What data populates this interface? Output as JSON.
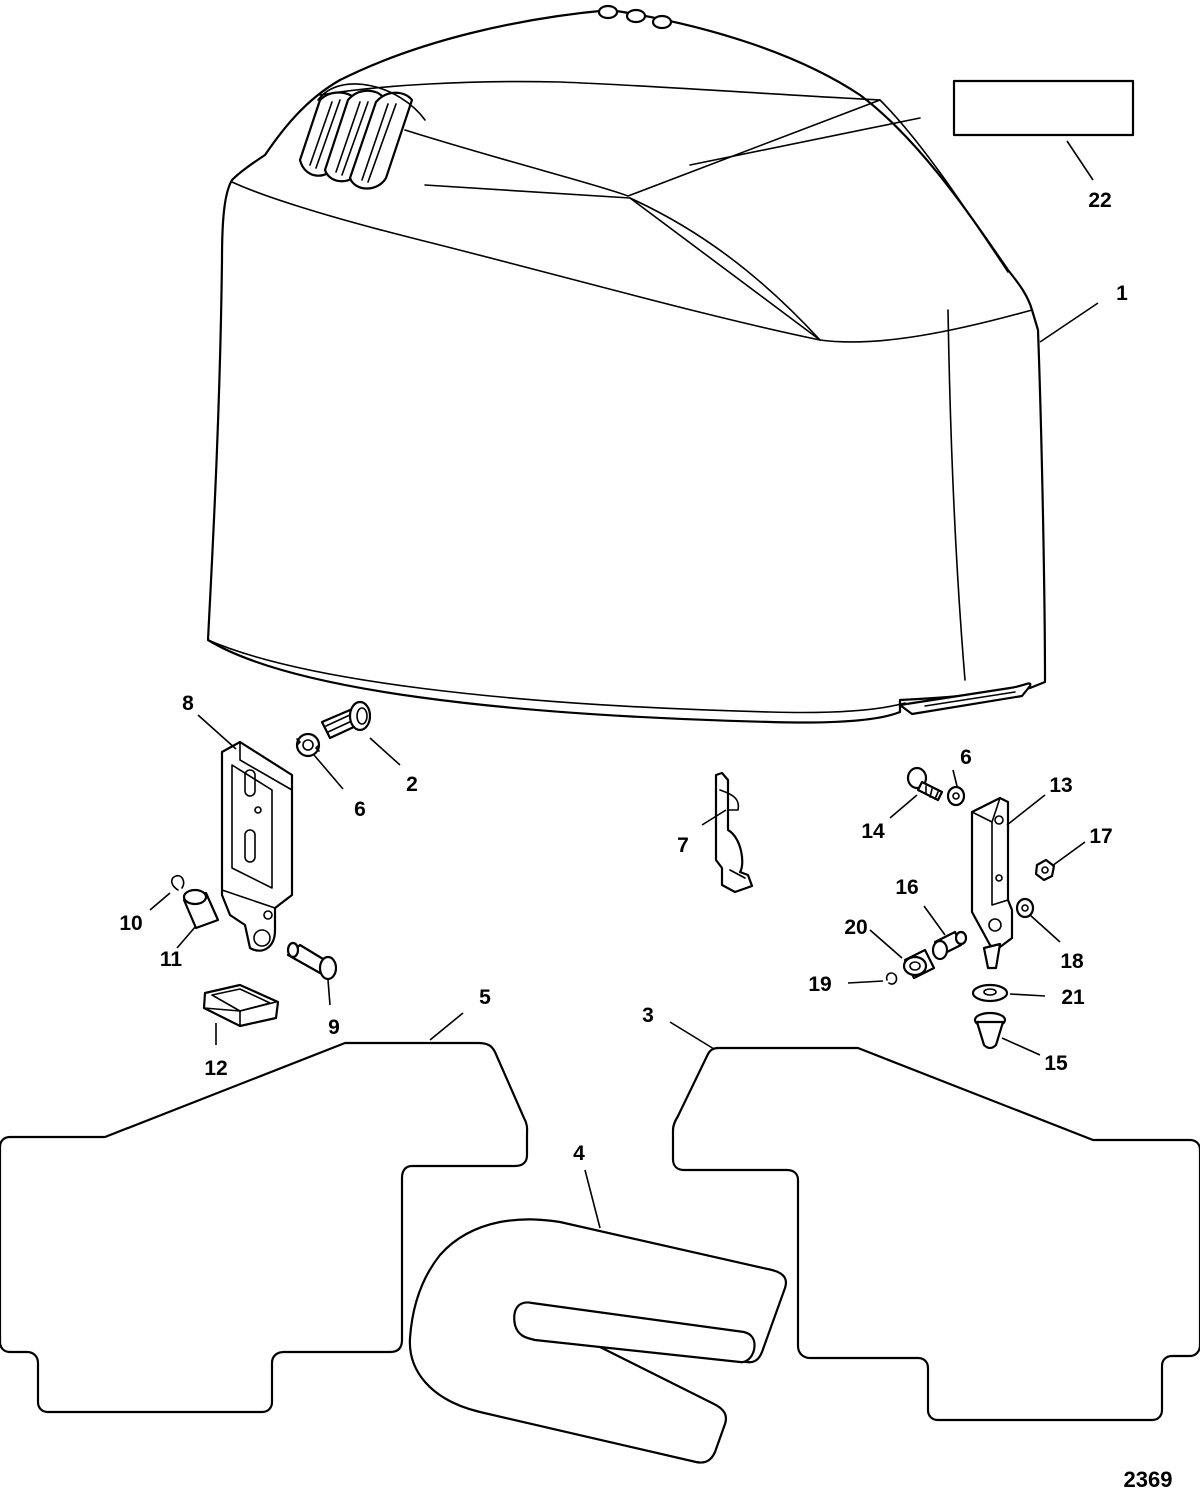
{
  "callouts": {
    "c1": "1",
    "c2": "2",
    "c3": "3",
    "c4": "4",
    "c5": "5",
    "c6a": "6",
    "c6b": "6",
    "c7": "7",
    "c8": "8",
    "c9": "9",
    "c10": "10",
    "c11": "11",
    "c12": "12",
    "c13": "13",
    "c14": "14",
    "c15": "15",
    "c16": "16",
    "c17": "17",
    "c18": "18",
    "c19": "19",
    "c20": "20",
    "c21": "21",
    "c22": "22"
  },
  "figure_number": "2369"
}
